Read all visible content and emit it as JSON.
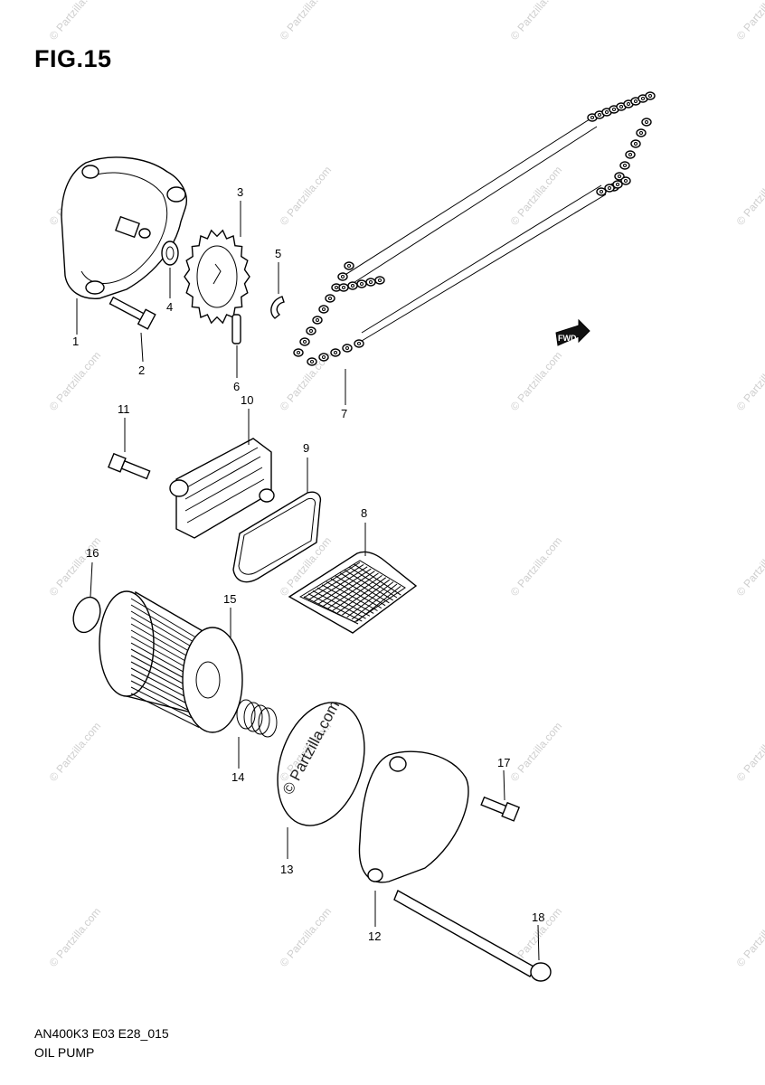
{
  "figure": {
    "title": "FIG.15",
    "code": "AN400K3 E03 E28_015",
    "name": "OIL PUMP"
  },
  "fwd_label": "FWD",
  "watermark": "© Partzilla.com",
  "callouts": [
    "1",
    "2",
    "3",
    "4",
    "5",
    "6",
    "7",
    "8",
    "9",
    "10",
    "11",
    "12",
    "13",
    "14",
    "15",
    "16",
    "17",
    "18"
  ]
}
